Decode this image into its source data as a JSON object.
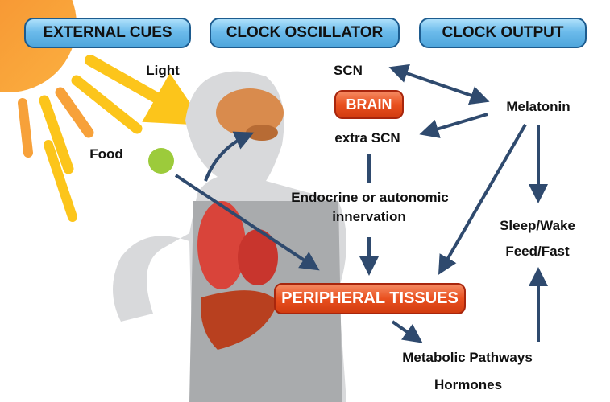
{
  "headers": {
    "external_cues": "EXTERNAL CUES",
    "clock_oscillator": "CLOCK OSCILLATOR",
    "clock_output": "CLOCK OUTPUT"
  },
  "cues": {
    "light": "Light",
    "food": "Food"
  },
  "oscillator": {
    "scn": "SCN",
    "brain": "BRAIN",
    "extra_scn": "extra SCN",
    "innervation_line1": "Endocrine or autonomic",
    "innervation_line2": "innervation",
    "peripheral": "PERIPHERAL TISSUES"
  },
  "output": {
    "melatonin": "Melatonin",
    "sleep_wake": "Sleep/Wake",
    "feed_fast": "Feed/Fast",
    "metabolic": "Metabolic Pathways",
    "hormones": "Hormones"
  },
  "colors": {
    "arrow": "#2f4a6e",
    "pill_blue": "#6cbbeb",
    "pill_red": "#e9501f",
    "sun": "#f7a13a",
    "ray": "#fcc51b"
  }
}
